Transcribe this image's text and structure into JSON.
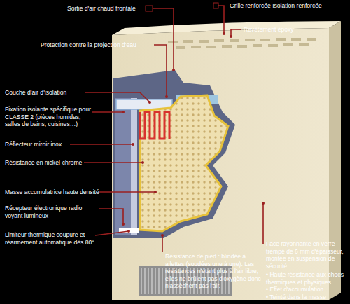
{
  "diagram": {
    "labels": [
      "Sortie d'air chaud frontale",
      "Grille renforcée Isolation renforcée",
      "Revêtement époxy",
      "Protection contre la projection d'eau",
      "Couche d'air d'isolation",
      "Fixation isolante spécifique pour CLASSE 2 (pièces humides, salles de bains, cuisines…)",
      "Réflecteur miroir inox",
      "Résistance en nickel-chrome",
      "Masse accumulatrice haute densité",
      "Récepteur électronique radio voyant lumineux",
      "Limiteur thermique coupure et réarmement automatique dès 80°",
      "Résistance de pied : blindée à ailettes (soudées une à une). Les résistances n'étant plus à l'air libre, elles ne brûlent pas d'oxygène donc n'assèchent pas l'air.",
      "Face rayonnante en verre trempé de 6 mm d'épaisseur, montée en suspension de sécurité.",
      "• Haute résistance aux chocs thermiques et physiques",
      "• Effet d'accumulation",
      "• Teinté dans la masse"
    ]
  }
}
